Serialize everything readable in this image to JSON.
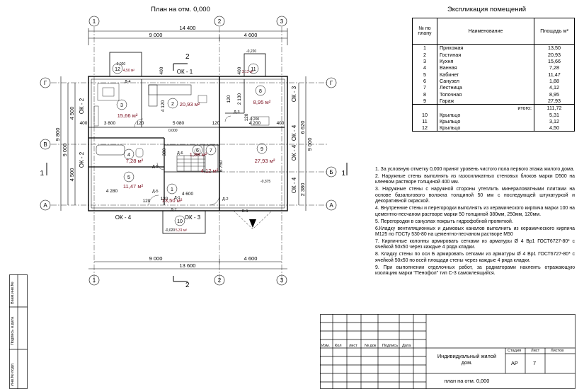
{
  "plan": {
    "title": "План на отм. 0,000",
    "axis_top": [
      "1",
      "2",
      "3"
    ],
    "axis_bottom": [
      "1",
      "2",
      "3"
    ],
    "axis_left": [
      "Г",
      "В",
      "А"
    ],
    "axis_right": [
      "Г",
      "Б",
      "А"
    ],
    "dim_top_total": "14 400",
    "dim_top_9000": "9 000",
    "dim_top_4600": "4 600",
    "dim_bottom_total": "13 600",
    "dim_bottom_9000": "9 000",
    "dim_bottom_4600": "4 600",
    "dim_left_total": "9 800",
    "dim_left_9000": "9 000",
    "dim_left_4500a": "4 500",
    "dim_left_4500b": "4 500",
    "dim_right_6620": "6 620",
    "dim_right_9000": "9 000",
    "dim_right_2380": "2 380",
    "dim_inner": [
      "3 800",
      "120",
      "5 080",
      "120",
      "400",
      "4 200",
      "400",
      "4 280",
      "120",
      "4 600",
      "120",
      "4 120",
      "6 750",
      "2 130",
      "400",
      "120",
      "380",
      "400",
      "120"
    ],
    "windows": [
      "ОК - 1",
      "ОК - 2",
      "ОК - 3",
      "ОК - 4",
      "ОК - 4",
      "ОК - 4",
      "ОК - 2",
      "ОК - 3",
      "ОК - 4"
    ],
    "doors": [
      "Д-4",
      "Д-3",
      "Д-5",
      "Д-6",
      "Д-5",
      "Д-2",
      "Д-7",
      "В-1",
      "Д-1"
    ],
    "levels": [
      "-0,020",
      "-0,220",
      "-0,200",
      "-0,020",
      "-0,375",
      "0,000"
    ],
    "rooms": [
      {
        "n": "1",
        "area": "13,50 м²"
      },
      {
        "n": "2",
        "area": "20,93 м²"
      },
      {
        "n": "3",
        "area": "15,66 м²"
      },
      {
        "n": "4",
        "area": "7,28 м²"
      },
      {
        "n": "5",
        "area": "11,47 м²"
      },
      {
        "n": "6",
        "area": "1,88 м²"
      },
      {
        "n": "7",
        "area": "4,12 м²"
      },
      {
        "n": "8",
        "area": "8,95 м²"
      },
      {
        "n": "9",
        "area": "27,93 м²"
      },
      {
        "n": "10",
        "area": "5,31 м²"
      },
      {
        "n": "11",
        "area": "3,12 м²"
      },
      {
        "n": "12",
        "area": "4,50 м²"
      }
    ],
    "section_mark": "2",
    "section_side": "1"
  },
  "explication": {
    "title": "Экспликация помещений",
    "col_no": "№ по плану",
    "col_name": "Наименование",
    "col_area": "Площадь м²",
    "rows": [
      {
        "n": "1",
        "name": "Прихожая",
        "area": "13,50"
      },
      {
        "n": "2",
        "name": "Гостиная",
        "area": "20,93"
      },
      {
        "n": "3",
        "name": "Кухня",
        "area": "15,66"
      },
      {
        "n": "4",
        "name": "Ванная",
        "area": "7,28"
      },
      {
        "n": "5",
        "name": "Кабинет",
        "area": "11,47"
      },
      {
        "n": "6",
        "name": "Санузел",
        "area": "1,88"
      },
      {
        "n": "7",
        "name": "Лестница",
        "area": "4,12"
      },
      {
        "n": "8",
        "name": "Топочная",
        "area": "8,95"
      },
      {
        "n": "9",
        "name": "Гараж",
        "area": "27,93"
      }
    ],
    "total_label": "итого:",
    "total_value": "111,72",
    "extra_rows": [
      {
        "n": "10",
        "name": "Крыльцо",
        "area": "5,31"
      },
      {
        "n": "11",
        "name": "Крыльцо",
        "area": "3,12"
      },
      {
        "n": "12",
        "name": "Крыльцо",
        "area": "4,50"
      }
    ]
  },
  "notes": [
    "1. За условную отметку 0,000 принят уровень чистого пола первого этажа жилого дома.",
    "2. Наружные стены выполнять из газосиликатных стеновых блоков марки D500 на клеевом растворе толщиной 400 мм.",
    "3. Наружные стены с наружной стороны утеплить минераловатными плитами на основе базальтового волокна толщиной 50 мм с последующей штукатуркой и декоративной окраской.",
    "4. Внутренние стены и перегородки выполнять из керамического кирпича марки 100 на цементно-песчаном растворе марки 50 толщиной 380мм, 250мм, 120мм.",
    "5. Перегородки в санузлах покрыть гидрофобной пропиткой.",
    "6.Кладку вентиляционных и дымовых каналов выполнить из керамического кирпича М125 по ГОСТу 530-80 на цементно-песчаном растворе М50",
    "7. Кирпичные колонны армировать сетками из арматуры Ø 4 Вр1 ГОСТ6727-80* с ячейкой 50х50 через каждые 4 ряда кладки.",
    "8. Кладку стены по оси Б армировать сетками из арматуры Ø 4 Вр1 ГОСТ6727-80* с ячейкой 50х50 по всей площади стены через каждые 4 ряда кладки.",
    "9. При выполнении отделочных работ, за радиаторами наклеить отражающую изоляцию марки \"Пенофол\" тип С-3 самоклеящийся."
  ],
  "stamp": {
    "col_izm": "Изм.",
    "col_kol": "Кол",
    "col_list": "лист",
    "col_doc": "№ док",
    "col_sign": "Подпись",
    "col_date": "Дата",
    "project": "Индивидуальный жилой дом.",
    "stage_label": "Стадия",
    "sheet_label": "Лист",
    "sheets_label": "Листов",
    "stage": "АР",
    "sheet": "7",
    "drawing": "план на отм. 0,000"
  },
  "side_strip": [
    "Взам.инв.№",
    "Подпись и дата",
    "Инв.№ подл."
  ]
}
